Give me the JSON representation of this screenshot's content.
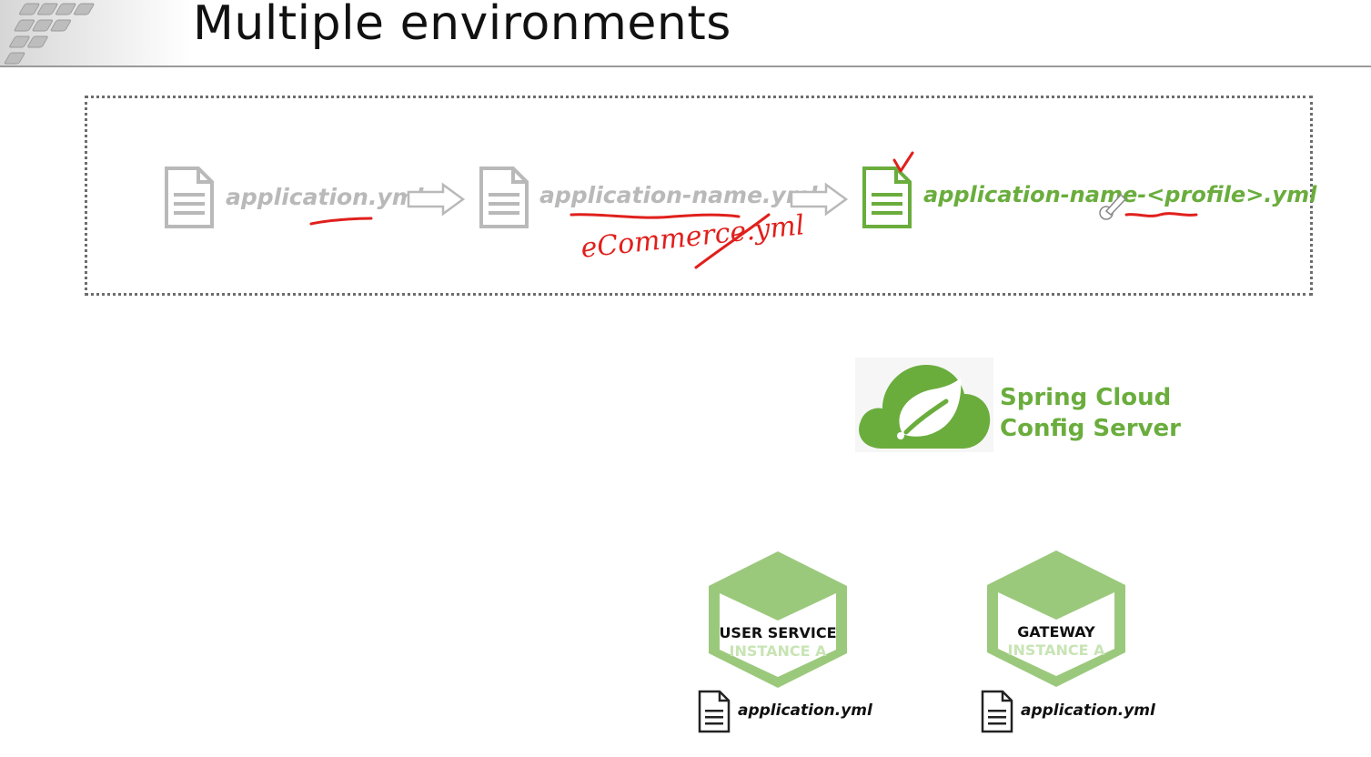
{
  "slide": {
    "title": "Multiple environments"
  },
  "flow": {
    "step1": "application.yml",
    "step2": "application-name.yml",
    "step3": "application-name-<profile>.yml",
    "annotation": "eCommerce.yml"
  },
  "server": {
    "line1": "Spring Cloud",
    "line2": "Config Server"
  },
  "instances": [
    {
      "name": "USER SERVICE",
      "sub": "INSTANCE A",
      "file": "application.yml"
    },
    {
      "name": "GATEWAY",
      "sub": "INSTANCE A",
      "file": "application.yml"
    }
  ],
  "colors": {
    "spring_green": "#6aad3d",
    "hex_green": "#9bc97c",
    "gray": "#b9b9b9",
    "ink_red": "#e0201c"
  },
  "icons": [
    "document-icon",
    "arrow-right-icon",
    "spring-cloud-logo",
    "hexagon-icon",
    "pen-cursor-icon"
  ]
}
